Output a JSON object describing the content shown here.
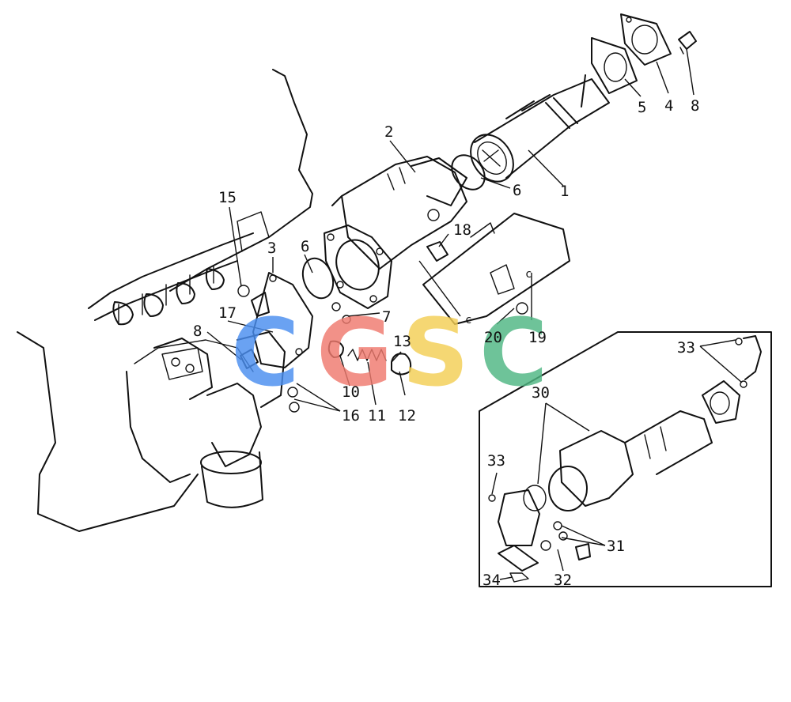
{
  "watermark": {
    "letters": [
      {
        "char": "C",
        "color": "#4a8ef0"
      },
      {
        "char": "G",
        "color": "#f07a6e"
      },
      {
        "char": "S",
        "color": "#f4cf55"
      },
      {
        "char": "C",
        "color": "#4fb783"
      }
    ]
  },
  "callouts": {
    "n1": "1",
    "n2": "2",
    "n3": "3",
    "n4": "4",
    "n5": "5",
    "n6a": "6",
    "n6b": "6",
    "n7": "7",
    "n8a": "8",
    "n8b": "8",
    "n10": "10",
    "n11": "11",
    "n12": "12",
    "n13": "13",
    "n15": "15",
    "n16": "16",
    "n17": "17",
    "n18": "18",
    "n19": "19",
    "n20": "20",
    "n30": "30",
    "n31": "31",
    "n32": "32",
    "n33a": "33",
    "n33b": "33",
    "n34": "34"
  },
  "small_marks": {
    "c1": "c",
    "c2": "c"
  }
}
